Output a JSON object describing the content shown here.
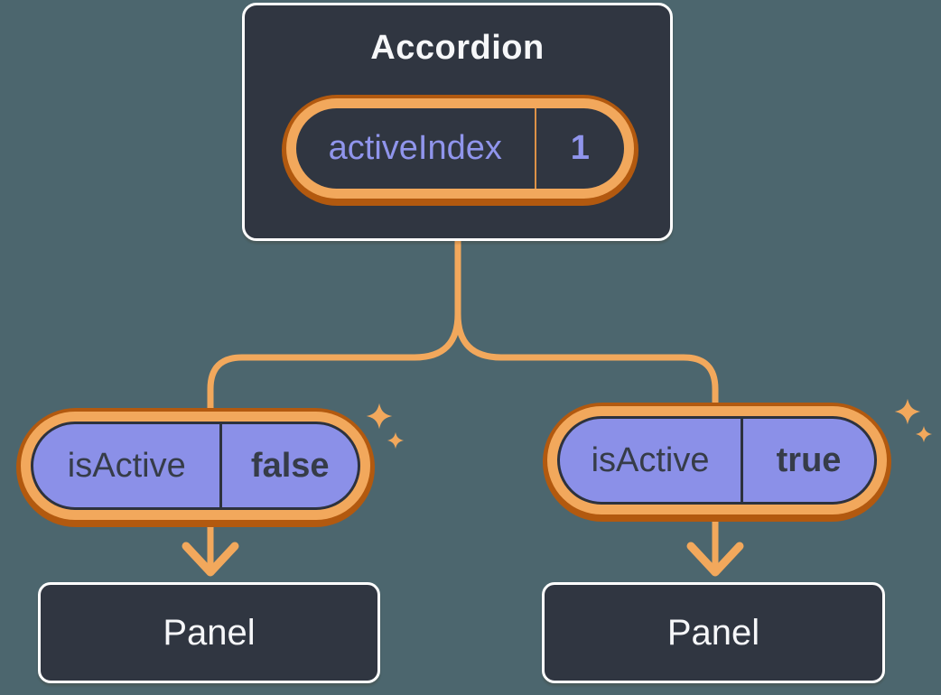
{
  "diagram": {
    "title_node": {
      "label": "Accordion",
      "state": {
        "name": "activeIndex",
        "value": "1"
      }
    },
    "children": [
      {
        "state": {
          "name": "isActive",
          "value": "false"
        },
        "panel_label": "Panel"
      },
      {
        "state": {
          "name": "isActive",
          "value": "true"
        },
        "panel_label": "Panel"
      }
    ]
  },
  "icons": {
    "sparkles": "four-point-star-sparkles",
    "arrows": "down-arrowhead"
  },
  "colors": {
    "background": "#4C666E",
    "node_fill": "#303641",
    "node_border": "#FFFFFF",
    "node_text": "#F6F7F9",
    "purple": "#8B90E8",
    "purple_text": "#9095EC",
    "outline_dark": "#2D323D",
    "orange": "#F2A85C",
    "orange_dark": "#B2590F",
    "divider_orange": "#DD9247",
    "dark_text": "#363C48"
  }
}
